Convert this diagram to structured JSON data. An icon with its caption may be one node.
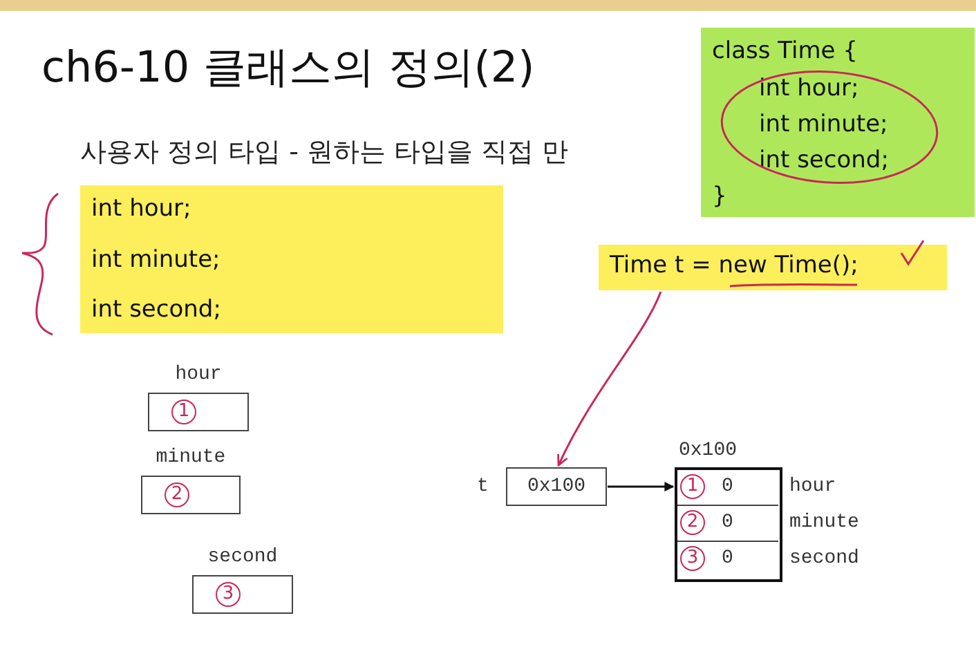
{
  "diagram": {
    "title": "ch6-10 클래스의 정의(2)",
    "nodes": [
      {
        "text": [
          "class Time {",
          "int hour;",
          "int minute;",
          "int second;",
          "}"
        ]
      },
      {
        "text": [
          "int hour;",
          "int minute;",
          "int second;"
        ]
      },
      {
        "text": [
          "Time t = new Time();"
        ]
      },
      {
        "text": [
          "hour",
          "1"
        ]
      },
      {
        "text": [
          "minute",
          "2"
        ]
      },
      {
        "text": [
          "second",
          "3"
        ]
      },
      {
        "text": [
          "0x100"
        ],
        "beside": [
          "t"
        ]
      },
      {
        "text": [
          "0x100"
        ]
      },
      {
        "text": [
          "1",
          "0"
        ],
        "in": 7
      },
      {
        "text": [
          "2",
          "0"
        ],
        "in": 7
      },
      {
        "text": [
          "3",
          "0"
        ],
        "in": 7
      }
    ],
    "edges": [
      {
        "from": 6,
        "to": 7,
        "arrow": "to"
      },
      {
        "from": 2,
        "to": 6,
        "arrow": "to",
        "color": "#c8285a"
      }
    ],
    "labels": [
      "사용자 정의 타입 - 원하는 타입을 직접 만",
      "hour",
      "minute",
      "second"
    ]
  }
}
